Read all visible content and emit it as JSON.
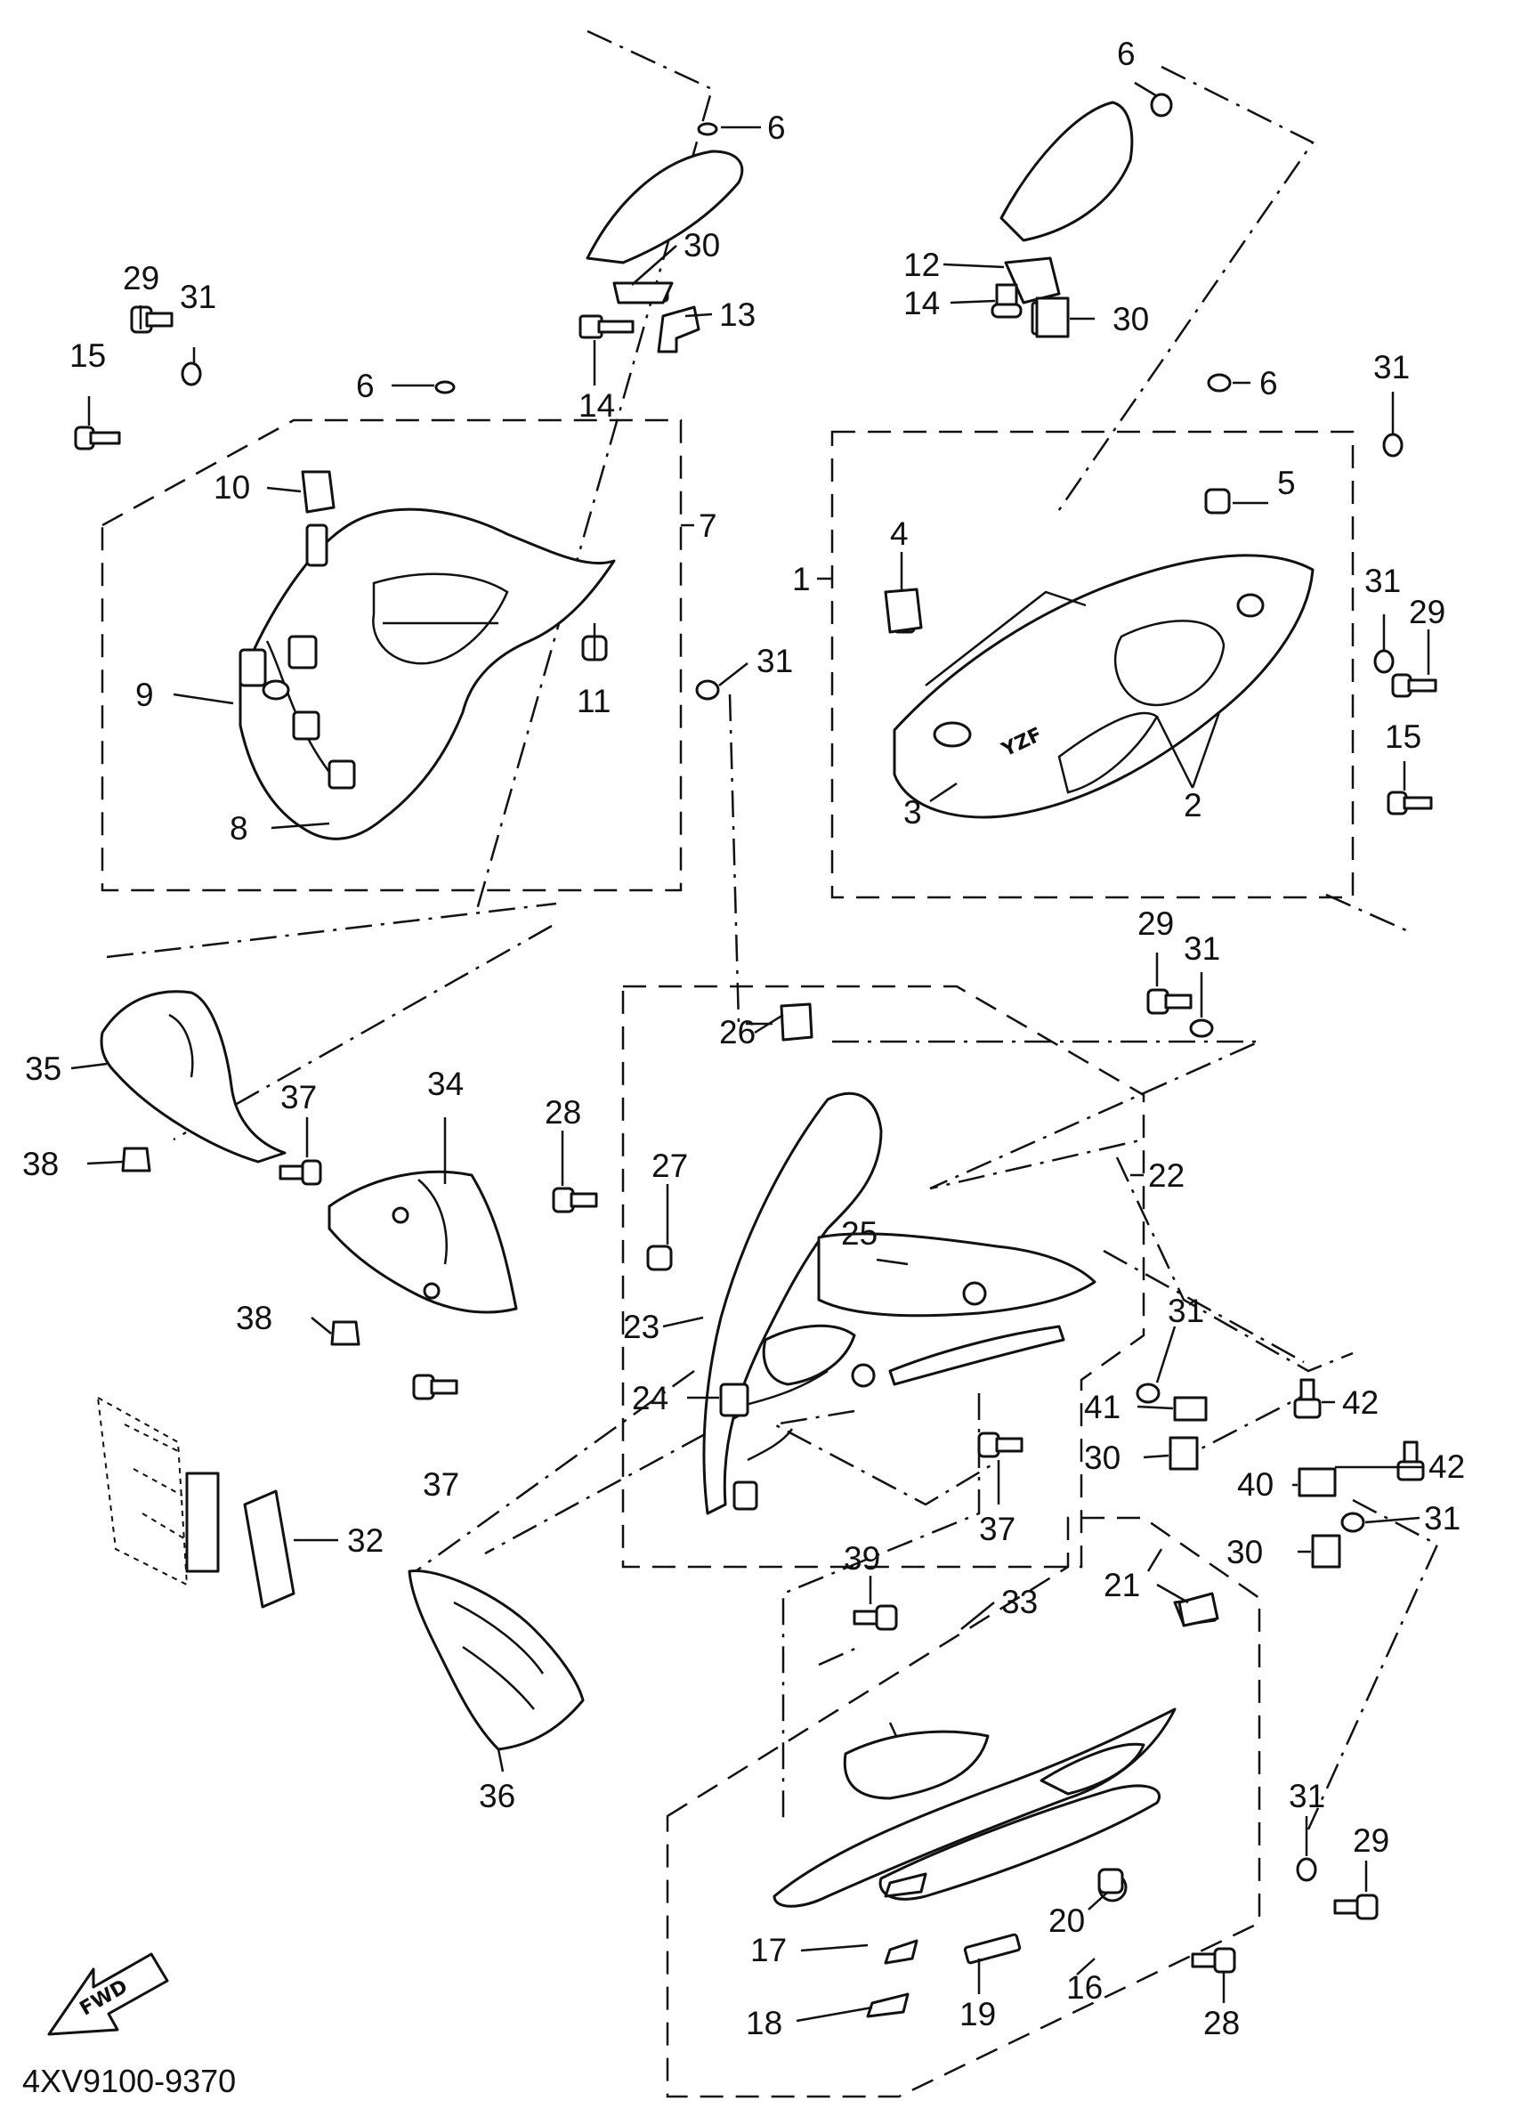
{
  "diagram": {
    "drawing_code": "4XV9100-9370",
    "fwd_label": "FWD",
    "callouts": [
      {
        "id": "c6a",
        "label": "6"
      },
      {
        "id": "c30a",
        "label": "30"
      },
      {
        "id": "c13",
        "label": "13"
      },
      {
        "id": "c14a",
        "label": "14"
      },
      {
        "id": "c29a",
        "label": "29"
      },
      {
        "id": "c31a",
        "label": "31"
      },
      {
        "id": "c15a",
        "label": "15"
      },
      {
        "id": "c6b",
        "label": "6"
      },
      {
        "id": "c10",
        "label": "10"
      },
      {
        "id": "c7",
        "label": "7"
      },
      {
        "id": "c9",
        "label": "9"
      },
      {
        "id": "c11",
        "label": "11"
      },
      {
        "id": "c31b",
        "label": "31"
      },
      {
        "id": "c8",
        "label": "8"
      },
      {
        "id": "c6c",
        "label": "6"
      },
      {
        "id": "c12",
        "label": "12"
      },
      {
        "id": "c30b",
        "label": "30"
      },
      {
        "id": "c14b",
        "label": "14"
      },
      {
        "id": "c6d",
        "label": "6"
      },
      {
        "id": "c31c",
        "label": "31"
      },
      {
        "id": "c5",
        "label": "5"
      },
      {
        "id": "c4",
        "label": "4"
      },
      {
        "id": "c1",
        "label": "1"
      },
      {
        "id": "c31d",
        "label": "31"
      },
      {
        "id": "c29b",
        "label": "29"
      },
      {
        "id": "c15b",
        "label": "15"
      },
      {
        "id": "c2",
        "label": "2"
      },
      {
        "id": "c3",
        "label": "3"
      },
      {
        "id": "c29c",
        "label": "29"
      },
      {
        "id": "c31e",
        "label": "31"
      },
      {
        "id": "c35",
        "label": "35"
      },
      {
        "id": "c37a",
        "label": "37"
      },
      {
        "id": "c38a",
        "label": "38"
      },
      {
        "id": "c34",
        "label": "34"
      },
      {
        "id": "c28a",
        "label": "28"
      },
      {
        "id": "c27",
        "label": "27"
      },
      {
        "id": "c26",
        "label": "26"
      },
      {
        "id": "c22",
        "label": "22"
      },
      {
        "id": "c25",
        "label": "25"
      },
      {
        "id": "c38b",
        "label": "38"
      },
      {
        "id": "c23",
        "label": "23"
      },
      {
        "id": "c24",
        "label": "24"
      },
      {
        "id": "c37b",
        "label": "37"
      },
      {
        "id": "c31f",
        "label": "31"
      },
      {
        "id": "c41",
        "label": "41"
      },
      {
        "id": "c42a",
        "label": "42"
      },
      {
        "id": "c30c",
        "label": "30"
      },
      {
        "id": "c37c",
        "label": "37"
      },
      {
        "id": "c42b",
        "label": "42"
      },
      {
        "id": "c40",
        "label": "40"
      },
      {
        "id": "c31g",
        "label": "31"
      },
      {
        "id": "c30d",
        "label": "30"
      },
      {
        "id": "c32",
        "label": "32"
      },
      {
        "id": "c39",
        "label": "39"
      },
      {
        "id": "c21",
        "label": "21"
      },
      {
        "id": "c33",
        "label": "33"
      },
      {
        "id": "c36",
        "label": "36"
      },
      {
        "id": "c31h",
        "label": "31"
      },
      {
        "id": "c29d",
        "label": "29"
      },
      {
        "id": "c20",
        "label": "20"
      },
      {
        "id": "c17",
        "label": "17"
      },
      {
        "id": "c19",
        "label": "19"
      },
      {
        "id": "c16",
        "label": "16"
      },
      {
        "id": "c18",
        "label": "18"
      },
      {
        "id": "c28b",
        "label": "28"
      }
    ]
  }
}
